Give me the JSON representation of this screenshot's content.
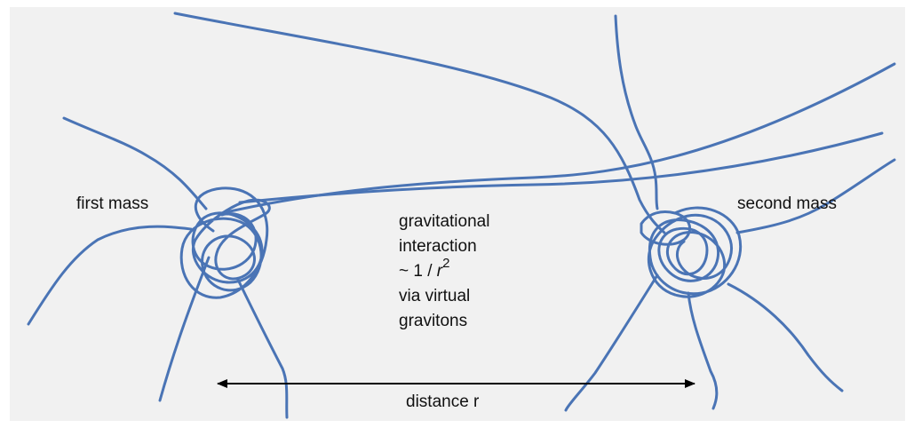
{
  "colors": {
    "background": "#f1f1f1",
    "string": "#4a74b5",
    "text": "#111111",
    "arrow": "#000000"
  },
  "labels": {
    "first_mass": "first mass",
    "second_mass": "second mass",
    "interaction": {
      "line1": "gravitational",
      "line2": "interaction",
      "line3_prefix": "~ 1 / ",
      "line3_var": "r",
      "line3_exp": "2",
      "line4": "via virtual",
      "line5": "gravitons"
    },
    "distance": "distance r"
  }
}
